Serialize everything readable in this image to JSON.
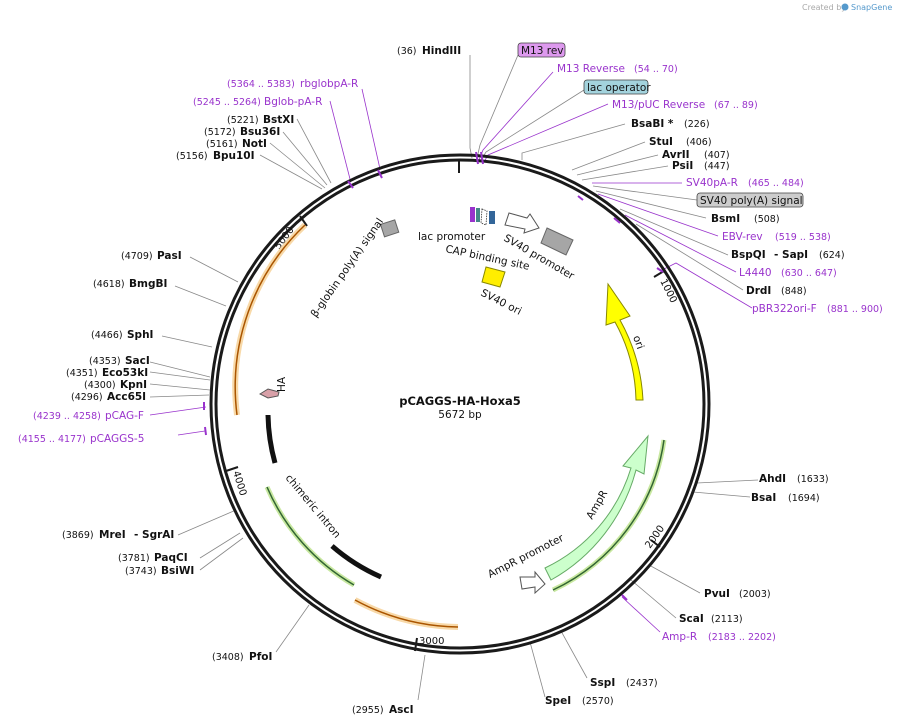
{
  "credit": {
    "prefix": "Created by",
    "brand": "SnapGene"
  },
  "plasmid": {
    "name": "pCAGGS-HA-Hoxa5",
    "size": "5672 bp"
  },
  "ticks": [
    "1000",
    "2000",
    "3000",
    "4000",
    "5000"
  ],
  "sites": [
    {
      "name": "HindIII",
      "pos": "(36)"
    },
    {
      "name": "BsaBI *",
      "pos": "(226)"
    },
    {
      "name": "StuI",
      "pos": "(406)"
    },
    {
      "name": "AvrII",
      "pos": "(407)"
    },
    {
      "name": "PsiI",
      "pos": "(447)"
    },
    {
      "name": "BsmI",
      "pos": "(508)"
    },
    {
      "name": "BspQI",
      "pos": ""
    },
    {
      "name": "- SapI",
      "pos": "(624)"
    },
    {
      "name": "DrdI",
      "pos": "(848)"
    },
    {
      "name": "AhdI",
      "pos": "(1633)"
    },
    {
      "name": "BsaI",
      "pos": "(1694)"
    },
    {
      "name": "PvuI",
      "pos": "(2003)"
    },
    {
      "name": "ScaI",
      "pos": "(2113)"
    },
    {
      "name": "SspI",
      "pos": "(2437)"
    },
    {
      "name": "SpeI",
      "pos": "(2570)"
    },
    {
      "name": "AscI",
      "pos": "(2955)"
    },
    {
      "name": "PfoI",
      "pos": "(3408)"
    },
    {
      "name": "BsiWI",
      "pos": "(3743)"
    },
    {
      "name": "PaqCI",
      "pos": "(3781)"
    },
    {
      "name": "MreI",
      "pos": "(3869)"
    },
    {
      "name": "- SgrAI",
      "pos": ""
    },
    {
      "name": "Acc65I",
      "pos": "(4296)"
    },
    {
      "name": "KpnI",
      "pos": "(4300)"
    },
    {
      "name": "Eco53kI",
      "pos": "(4351)"
    },
    {
      "name": "SacI",
      "pos": "(4353)"
    },
    {
      "name": "SphI",
      "pos": "(4466)"
    },
    {
      "name": "BmgBI",
      "pos": "(4618)"
    },
    {
      "name": "PasI",
      "pos": "(4709)"
    },
    {
      "name": "Bpu10I",
      "pos": "(5156)"
    },
    {
      "name": "NotI",
      "pos": "(5161)"
    },
    {
      "name": "Bsu36I",
      "pos": "(5172)"
    },
    {
      "name": "BstXI",
      "pos": "(5221)"
    }
  ],
  "primers": [
    {
      "name": "M13 Reverse",
      "pos": "(54 .. 70)"
    },
    {
      "name": "M13/pUC Reverse",
      "pos": "(67 .. 89)"
    },
    {
      "name": "SV40pA-R",
      "pos": "(465 .. 484)"
    },
    {
      "name": "EBV-rev",
      "pos": "(519 .. 538)"
    },
    {
      "name": "L4440",
      "pos": "(630 .. 647)"
    },
    {
      "name": "pBR322ori-F",
      "pos": "(881 .. 900)"
    },
    {
      "name": "Amp-R",
      "pos": "(2183 .. 2202)"
    },
    {
      "name": "pCAG-F",
      "pos": "(4239 .. 4258)"
    },
    {
      "name": "pCAGGS-5",
      "pos": "(4155 .. 4177)"
    },
    {
      "name": "Bglob-pA-R",
      "pos": "(5245 .. 5264)"
    },
    {
      "name": "rbglobpA-R",
      "pos": "(5364 .. 5383)"
    }
  ],
  "badges": [
    {
      "label": "M13 rev",
      "color": "#dd99ee"
    },
    {
      "label": "lac operator",
      "color": "#a3d3dd"
    },
    {
      "label": "SV40 poly(A) signal",
      "color": "#cccccc"
    }
  ],
  "features": {
    "ori": "ori",
    "ampr": "AmpR",
    "ampr_promoter": "AmpR promoter",
    "chimeric_intron": "chimeric intron",
    "ha": "HA",
    "beta_globin": "β-globin poly(A) signal",
    "lac_promoter": "lac promoter",
    "cap": "CAP binding site",
    "sv40_promoter": "SV40 promoter",
    "sv40_ori": "SV40 ori"
  },
  "colors": {
    "primer": "#9933cc",
    "ori": "#ffff00",
    "ampr": "#ccffcc",
    "orange_arc": "#f8d9a8",
    "green_arc": "#88cc44",
    "gray_box": "#a6a6a6",
    "sv40_ori_box": "#ffee00",
    "ha_box": "#d8a0a8"
  }
}
